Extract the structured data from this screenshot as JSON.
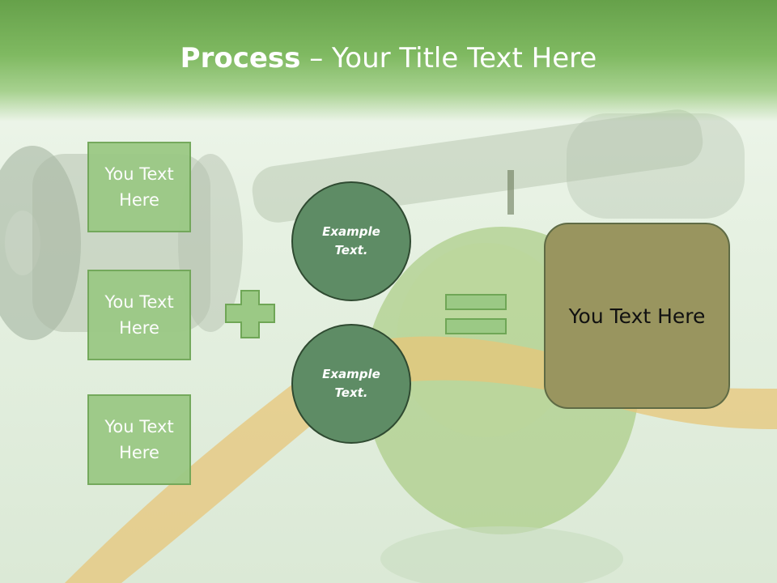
{
  "title": {
    "bold": "Process",
    "dash": "–",
    "rest": "Your Title Text Here"
  },
  "boxes": [
    {
      "label": "You Text Here"
    },
    {
      "label": "You Text Here"
    },
    {
      "label": "You Text Here"
    }
  ],
  "circles": [
    {
      "label": "Example Text."
    },
    {
      "label": "Example Text."
    }
  ],
  "result": {
    "label": "You Text Here"
  },
  "operators": {
    "plus": "plus-icon",
    "equals": "equals-icon"
  },
  "colors": {
    "header": "#7fb961",
    "box_fill": "#9bc985",
    "circle_fill": "#5e8c65",
    "result_fill": "#99955f"
  }
}
